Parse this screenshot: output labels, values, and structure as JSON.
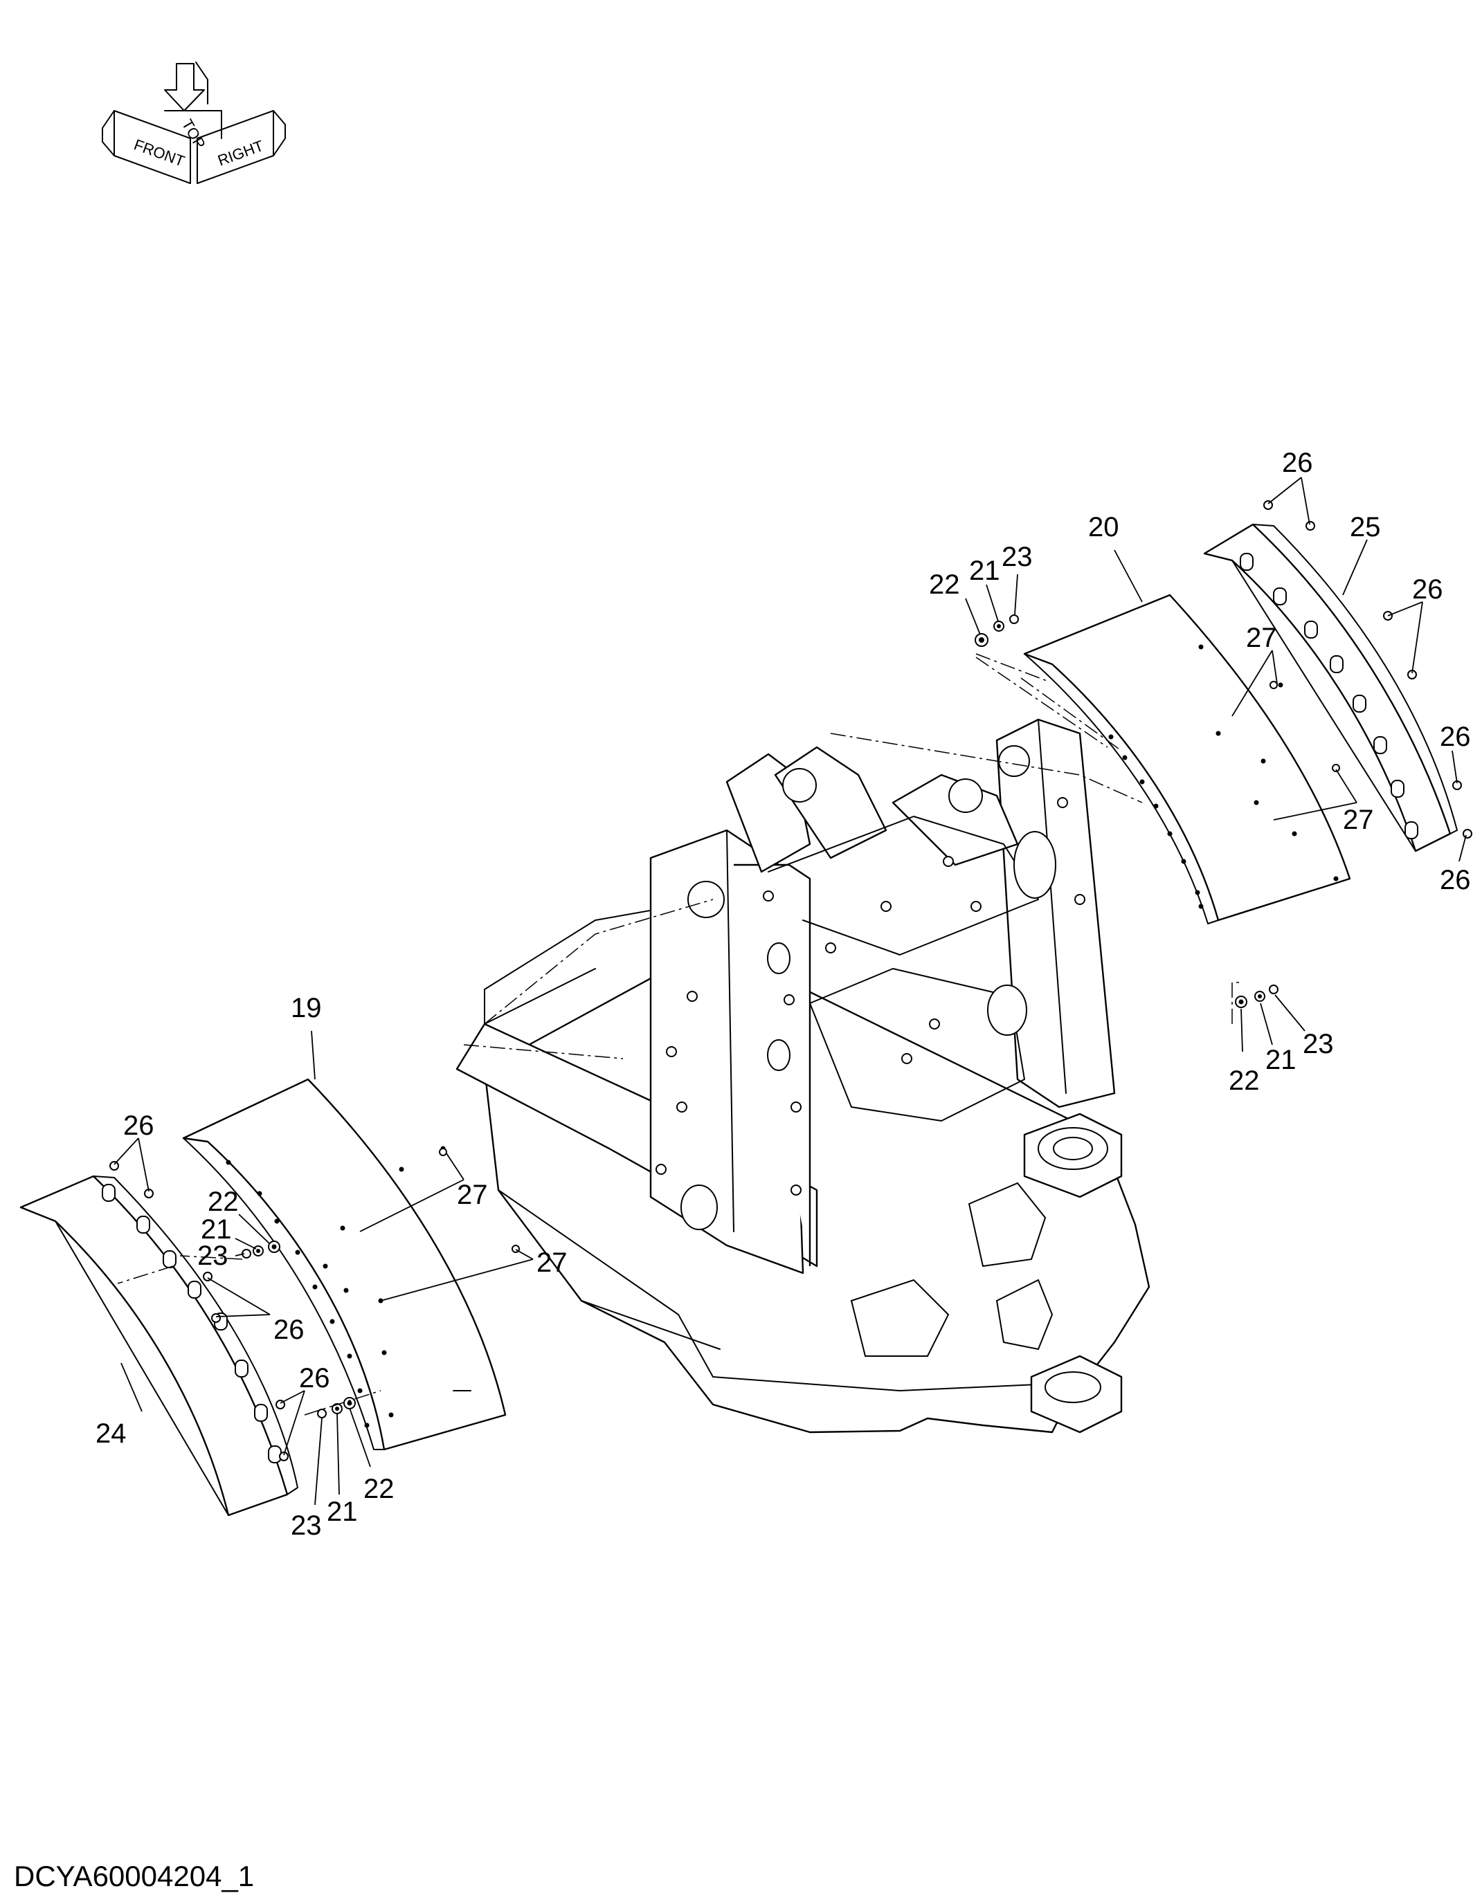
{
  "orientation_icon": {
    "front": "FRONT",
    "top": "TOP",
    "right": "RIGHT"
  },
  "callouts": {
    "c19": "19",
    "c20": "20",
    "c21a": "21",
    "c21b": "21",
    "c21c": "21",
    "c21d": "21",
    "c22a": "22",
    "c22b": "22",
    "c22c": "22",
    "c22d": "22",
    "c23a": "23",
    "c23b": "23",
    "c23c": "23",
    "c23d": "23",
    "c24": "24",
    "c25": "25",
    "c26a": "26",
    "c26b": "26",
    "c26c": "26",
    "c26d": "26",
    "c26e": "26",
    "c26f": "26",
    "c27a": "27",
    "c27b": "27",
    "c27c": "27",
    "c27d": "27"
  },
  "drawing_id": "DCYA60004204_1"
}
